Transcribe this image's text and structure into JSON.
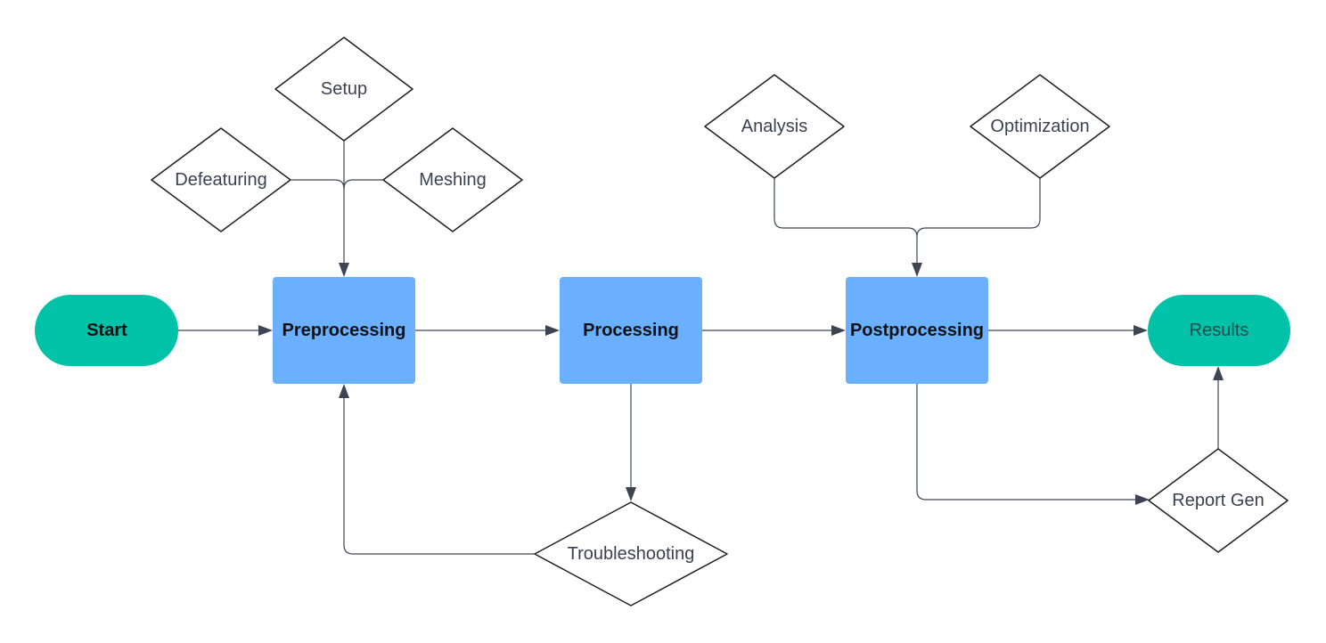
{
  "colors": {
    "terminal_fill": "#00c2a8",
    "process_fill": "#6bb0ff",
    "decision_fill": "#ffffff",
    "decision_stroke": "#1f1f1f",
    "connector": "#3e4552",
    "dark_text": "#111111",
    "muted_text": "#3a4150",
    "results_text": "#2a4a4a"
  },
  "nodes": {
    "start": {
      "label": "Start",
      "kind": "terminal"
    },
    "preprocessing": {
      "label": "Preprocessing",
      "kind": "process"
    },
    "processing": {
      "label": "Processing",
      "kind": "process"
    },
    "postprocessing": {
      "label": "Postprocessing",
      "kind": "process"
    },
    "results": {
      "label": "Results",
      "kind": "terminal"
    },
    "setup": {
      "label": "Setup",
      "kind": "decision"
    },
    "defeaturing": {
      "label": "Defeaturing",
      "kind": "decision"
    },
    "meshing": {
      "label": "Meshing",
      "kind": "decision"
    },
    "analysis": {
      "label": "Analysis",
      "kind": "decision"
    },
    "optimization": {
      "label": "Optimization",
      "kind": "decision"
    },
    "troubleshooting": {
      "label": "Troubleshooting",
      "kind": "decision"
    },
    "report_gen": {
      "label": "Report Gen",
      "kind": "decision"
    }
  },
  "connections": [
    {
      "from": "start",
      "to": "preprocessing"
    },
    {
      "from": "preprocessing",
      "to": "processing"
    },
    {
      "from": "processing",
      "to": "postprocessing"
    },
    {
      "from": "postprocessing",
      "to": "results"
    },
    {
      "from": "setup",
      "to": "preprocessing"
    },
    {
      "from": "defeaturing",
      "to": "preprocessing"
    },
    {
      "from": "meshing",
      "to": "preprocessing"
    },
    {
      "from": "analysis",
      "to": "postprocessing"
    },
    {
      "from": "optimization",
      "to": "postprocessing"
    },
    {
      "from": "processing",
      "to": "troubleshooting"
    },
    {
      "from": "troubleshooting",
      "to": "preprocessing"
    },
    {
      "from": "postprocessing",
      "to": "report_gen"
    },
    {
      "from": "report_gen",
      "to": "results"
    }
  ]
}
